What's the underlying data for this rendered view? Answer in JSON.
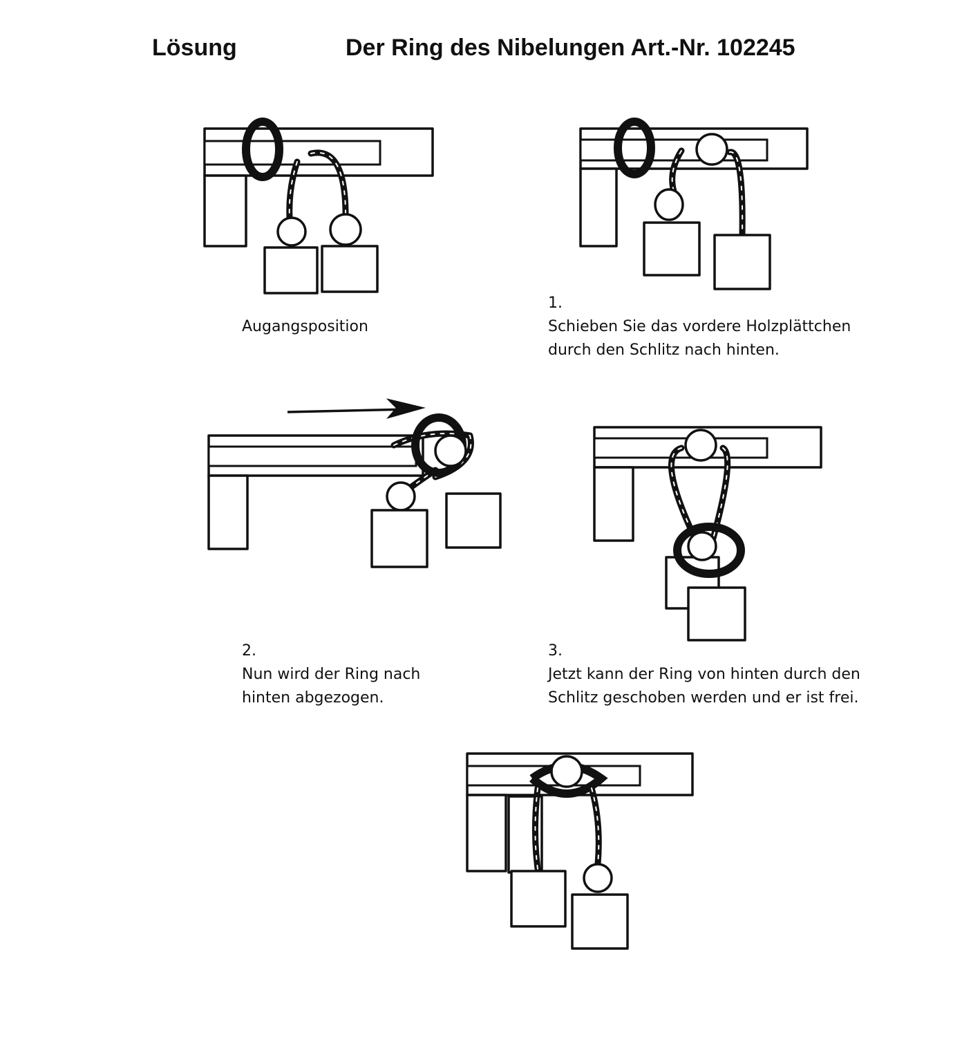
{
  "header": {
    "left": "Lösung",
    "right": "Der Ring des Nibelungen  Art.-Nr. 102245"
  },
  "steps": {
    "start": {
      "label": "Augangsposition"
    },
    "step1": {
      "number": "1.",
      "line1": "Schieben Sie das vordere Holzplättchen",
      "line2": "durch den Schlitz nach hinten."
    },
    "step2": {
      "number": "2.",
      "line1": "Nun wird der Ring nach",
      "line2": "hinten abgezogen."
    },
    "step3": {
      "number": "3.",
      "line1": "Jetzt kann der Ring von hinten durch den",
      "line2": "Schlitz geschoben werden und er ist frei."
    }
  }
}
